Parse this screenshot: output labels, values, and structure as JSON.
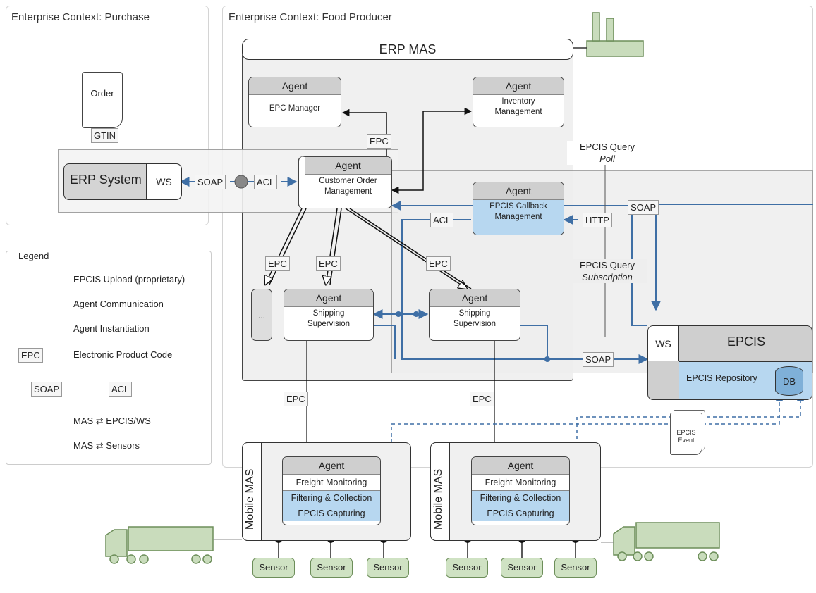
{
  "contexts": {
    "purchase": "Enterprise Context: Purchase",
    "food_producer": "Enterprise Context: Food Producer"
  },
  "order_doc": {
    "label": "Order",
    "gtin": "GTIN"
  },
  "erp_system": {
    "label": "ERP System",
    "ws": "WS"
  },
  "erp_mas": {
    "title": "ERP MAS"
  },
  "agents": {
    "header": "Agent",
    "epc_manager": "EPC Manager",
    "inventory_line1": "Inventory",
    "inventory_line2": "Management",
    "customer_order_line1": "Customer Order",
    "customer_order_line2": "Management",
    "callback_line1": "EPCIS Callback",
    "callback_line2": "Management",
    "shipping_line1": "Shipping",
    "shipping_line2": "Supervision",
    "more": "..."
  },
  "mobile": {
    "label": "Mobile MAS",
    "freight": "Freight Monitoring",
    "filtering": "Filtering & Collection",
    "capturing": "EPCIS Capturing"
  },
  "sensor_label": "Sensor",
  "epcis": {
    "title": "EPCIS",
    "ws": "WS",
    "repository": "EPCIS Repository",
    "db": "DB",
    "event_line1": "EPCIS",
    "event_line2": "Event"
  },
  "tags": {
    "soap": "SOAP",
    "acl": "ACL",
    "http": "HTTP",
    "epc": "EPC"
  },
  "query": {
    "poll_line1": "EPCIS Query",
    "poll_line2": "Poll",
    "sub_line1": "EPCIS Query",
    "sub_line2": "Subscription"
  },
  "legend": {
    "title": "Legend",
    "upload": "EPCIS Upload (proprietary)",
    "communication": "Agent Communication",
    "instantiation": "Agent Instantiation",
    "epc_tag": "EPC",
    "epc_desc": "Electronic Product Code",
    "soap": "SOAP",
    "acl": "ACL",
    "mas_epcis": "MAS ⇄ EPCIS/WS",
    "mas_sensors": "MAS ⇄ Sensors"
  },
  "colors": {
    "agent_header": "#cfcfcf",
    "highlight_blue": "#b7d7f0",
    "soap_line": "#3f6fa5",
    "sensor_green": "#cfe2c3",
    "truck_green": "#c9dcbc"
  }
}
